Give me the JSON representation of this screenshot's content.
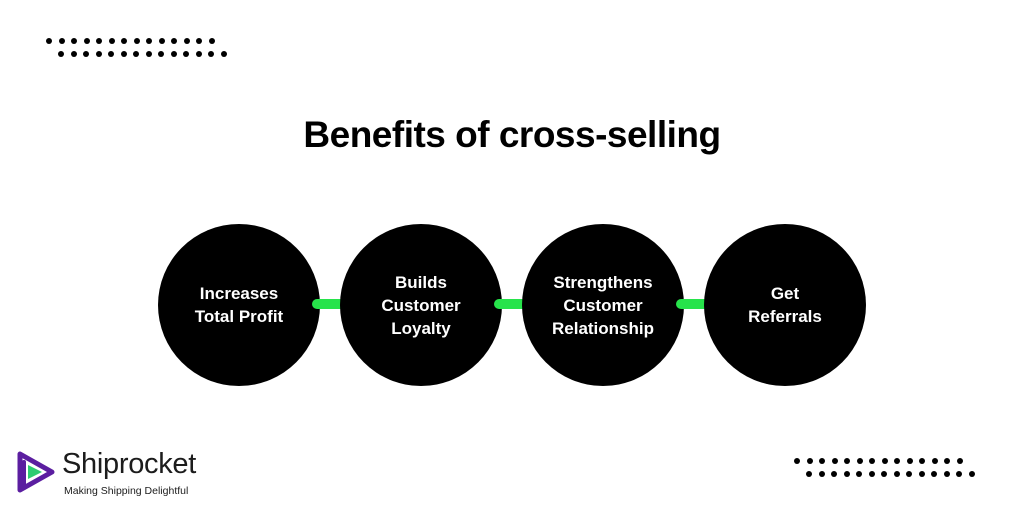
{
  "title": "Benefits of cross-selling",
  "steps": [
    {
      "label": "Increases\nTotal Profit"
    },
    {
      "label": "Builds\nCustomer\nLoyalty"
    },
    {
      "label": "Strengthens\nCustomer\nRelationship"
    },
    {
      "label": "Get\nReferrals"
    }
  ],
  "brand": {
    "name": "Shiprocket",
    "tagline": "Making Shipping Delightful",
    "icon": "shiprocket-play-icon"
  },
  "colors": {
    "background": "#ffffff",
    "circle": "#000000",
    "connector": "#27e34b",
    "logo_purple": "#5b1ea0",
    "logo_green": "#2ecc71"
  }
}
